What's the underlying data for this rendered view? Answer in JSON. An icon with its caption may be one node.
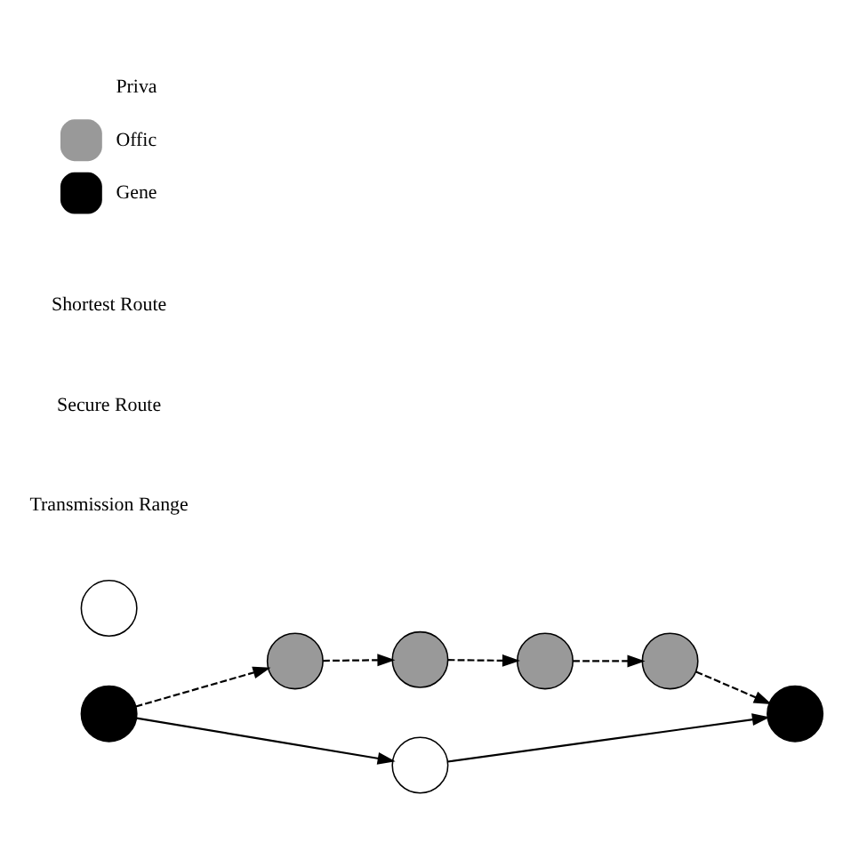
{
  "diagram": {
    "nodes": [
      {
        "text": [],
        "shape": "circle"
      },
      {
        "text": [],
        "shape": "circle"
      },
      {
        "text": [],
        "shape": "circle"
      },
      {
        "text": [],
        "shape": "circle"
      },
      {
        "text": [],
        "shape": "circle"
      },
      {
        "text": [],
        "shape": "circle"
      },
      {
        "text": [],
        "shape": "circle"
      },
      {
        "text": [],
        "shape": "circle"
      }
    ],
    "edges": [
      {
        "from": 0,
        "to": 1,
        "arrow": "to",
        "style": "dashed"
      },
      {
        "from": 1,
        "to": 2,
        "arrow": "to",
        "style": "dashed"
      },
      {
        "from": 2,
        "to": 3,
        "arrow": "to",
        "style": "dashed"
      },
      {
        "from": 3,
        "to": 4,
        "arrow": "to",
        "style": "dashed"
      },
      {
        "from": 4,
        "to": 5,
        "arrow": "to",
        "style": "dashed"
      },
      {
        "from": 0,
        "to": 6,
        "arrow": "to"
      },
      {
        "from": 6,
        "to": 5,
        "arrow": "to"
      }
    ],
    "labels": [
      "Transmission Range",
      "Secure Route",
      "Shortest Route"
    ],
    "legend": [
      {
        "text": "Priva",
        "color": "#ffffff"
      },
      {
        "text": "Offic",
        "color": "#999999"
      },
      {
        "text": "Gene",
        "color": "#000000"
      }
    ]
  }
}
